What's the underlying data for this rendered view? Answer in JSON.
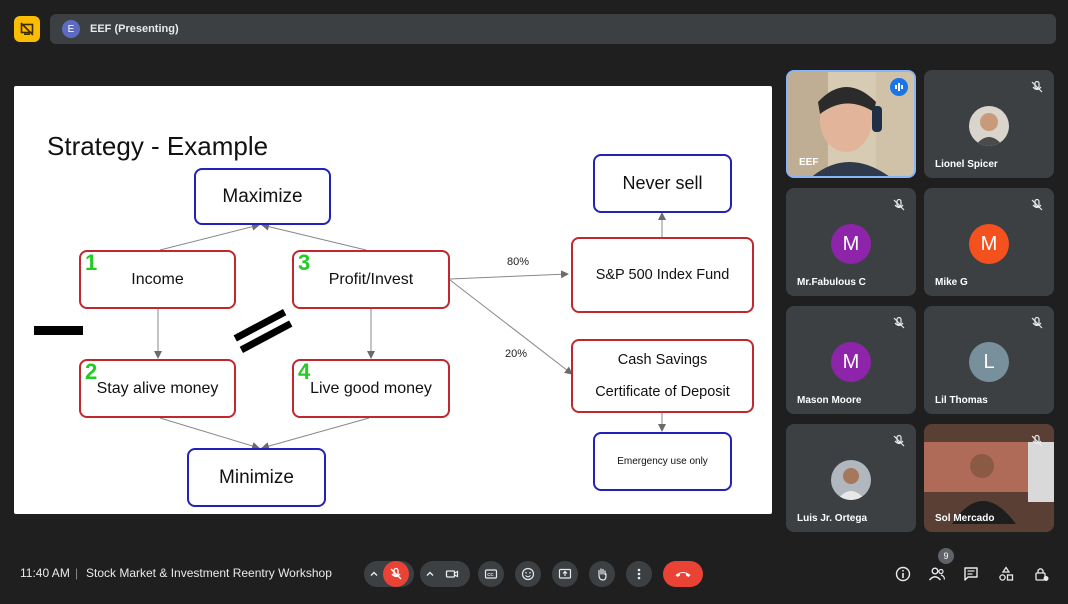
{
  "header": {
    "presenter_initial": "E",
    "presenter_label": "EEF (Presenting)"
  },
  "slide": {
    "title": "Strategy - Example",
    "nodes": {
      "maximize": "Maximize",
      "income": "Income",
      "profit": "Profit/Invest",
      "stay": "Stay alive money",
      "live": "Live good money",
      "minimize": "Minimize",
      "never_sell": "Never sell",
      "sp500": "S&P 500 Index Fund",
      "cash_line1": "Cash Savings",
      "cash_line2": "Certificate of Deposit",
      "emergency": "Emergency use only"
    },
    "numbers": {
      "n1": "1",
      "n2": "2",
      "n3": "3",
      "n4": "4"
    },
    "pct_80": "80%",
    "pct_20": "20%"
  },
  "participants": [
    {
      "name": "EEF",
      "initial": "",
      "color": "",
      "speaking": true
    },
    {
      "name": "Lionel Spicer",
      "initial": "",
      "color": ""
    },
    {
      "name": "Mr.Fabulous C",
      "initial": "M",
      "color": "#8e24aa"
    },
    {
      "name": "Mike G",
      "initial": "M",
      "color": "#f4511e"
    },
    {
      "name": "Mason Moore",
      "initial": "M",
      "color": "#8e24aa"
    },
    {
      "name": "Lil Thomas",
      "initial": "L",
      "color": "#78909c"
    },
    {
      "name": "Luis Jr. Ortega",
      "initial": "",
      "color": ""
    },
    {
      "name": "Sol Mercado",
      "initial": "",
      "color": ""
    }
  ],
  "footer": {
    "time": "11:40 AM",
    "separator": "|",
    "meeting_title": "Stock Market & Investment Reentry Workshop",
    "people_count": "9"
  },
  "icons": {
    "present": "present-stop-icon",
    "mic": "mic-off-icon",
    "camera": "camera-icon",
    "captions": "captions-icon",
    "emoji": "emoji-icon",
    "present_screen": "present-screen-icon",
    "hand": "raise-hand-icon",
    "more": "more-vert-icon",
    "end": "end-call-icon",
    "info": "info-icon",
    "people": "people-icon",
    "chat": "chat-icon",
    "activities": "activities-icon",
    "host": "host-controls-icon"
  },
  "colors": {
    "end_call": "#ea4335",
    "present_accent": "#fbbc04",
    "speaking_border": "#8ab4f8"
  }
}
